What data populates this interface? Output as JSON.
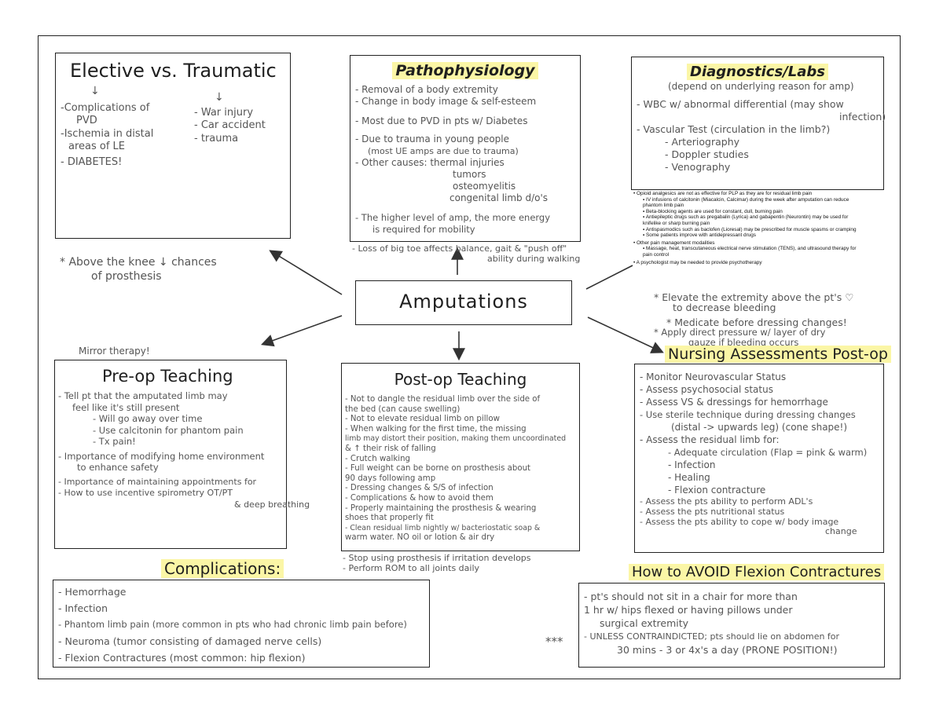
{
  "center_label": "Amputations",
  "elective": {
    "title": "Elective vs. Traumatic",
    "arrow": "↓",
    "left_items": [
      "-Complications of",
      "PVD",
      "-Ischemia in distal",
      "areas of LE",
      "- DIABETES!"
    ],
    "right_items": [
      "- War injury",
      "- Car accident",
      "- trauma"
    ]
  },
  "note_above_knee": [
    "* Above the knee ↓ chances",
    "of prosthesis"
  ],
  "patho": {
    "title": "Pathophysiology",
    "items": [
      "- Removal of a body extremity",
      "- Change in body image & self-esteem",
      "- Most due to PVD in pts w/ Diabetes",
      "- Due to trauma in young people",
      "(most UE amps are due to trauma)",
      "- Other causes: thermal injuries",
      "tumors",
      "osteomyelitis",
      "congenital limb d/o's",
      "- The higher level of amp, the more energy",
      "is required for mobility"
    ],
    "below": [
      "- Loss of big toe affects balance, gait & \"push off\"",
      "ability during walking"
    ]
  },
  "diag": {
    "title": "Diagnostics/Labs",
    "subtitle": "(depend on underlying reason for amp)",
    "items": [
      "- WBC w/ abnormal differential (may show",
      "infection)",
      "- Vascular Test (circulation in the limb?)",
      "- Arteriography",
      "- Doppler studies",
      "- Venography"
    ]
  },
  "printed_block": {
    "b1": "Opioid analgesics are not as effective for PLP as they are for residual limb pain",
    "s1": [
      "IV infusions of calcitonin (Miacalcin, Calcimar) during the week after amputation can reduce phantom limb pain",
      "Beta-blocking agents are used for constant, dull, burning pain",
      "Antiepileptic drugs such as pregabalin (Lyrica) and gabapentin (Neurontin) may be used for knifelike or sharp burning pain",
      "Antispasmodics such as baclofen (Lioresal) may be prescribed for muscle spasms or cramping",
      "Some patients improve with antidepressant drugs"
    ],
    "b2": "Other pain management modalities",
    "s2": [
      "Massage, heat, transcutaneous electrical nerve stimulation (TENS), and ultrasound therapy for pain control"
    ],
    "b3": "A psychologist may be needed to provide psychotherapy"
  },
  "right_notes": [
    "* Elevate the extremity above the pt's ♡",
    "to decrease bleeding",
    "* Medicate before dressing changes!",
    "* Apply direct pressure w/ layer of dry",
    "gauze if bleeding occurs"
  ],
  "mirror_note": "Mirror therapy!",
  "preop": {
    "title": "Pre-op Teaching",
    "items": [
      "- Tell pt that the amputated limb may",
      "feel like it's still present",
      "- Will go away over time",
      "- Use calcitonin for phantom pain",
      "- Tx pain!",
      "- Importance of modifying home environment",
      "to enhance safety",
      "- Importance of maintaining appointments for",
      "- How to use incentive spirometry  OT/PT",
      "& deep breathing"
    ]
  },
  "postop": {
    "title": "Post-op Teaching",
    "items": [
      "- Not to dangle the residual limb over the side of",
      "the bed (can cause swelling)",
      "- Not to elevate residual limb on pillow",
      "- When walking for the first time, the missing",
      "limb may distort their position, making them uncoordinated",
      "& ↑ their risk of falling",
      "- Crutch walking",
      "- Full weight can be borne on prosthesis about",
      "90 days following amp",
      "- Dressing changes & S/S of infection",
      "- Complications & how to avoid them",
      "- Properly maintaining the prosthesis & wearing",
      "shoes that properly fit",
      "- Clean residual limb nightly w/ bacteriostatic soap &",
      "warm water. NO oil or lotion & air dry"
    ],
    "below": [
      "- Stop using prosthesis if irritation develops",
      "- Perform ROM to all joints daily"
    ]
  },
  "nursing": {
    "title": "Nursing Assessments Post-op",
    "items": [
      "- Monitor Neurovascular Status",
      "- Assess psychosocial status",
      "- Assess VS & dressings for hemorrhage",
      "- Use sterile technique during dressing changes",
      "(distal -> upwards leg) (cone shape!)",
      "- Assess the residual limb for:",
      "- Adequate circulation (Flap = pink & warm)",
      "- Infection",
      "- Healing",
      "- Flexion contracture",
      "- Assess the pts ability to perform ADL's",
      "- Assess the pts nutritional status",
      "- Assess the pts ability to cope w/ body image",
      "change"
    ]
  },
  "complications": {
    "title": "Complications:",
    "items": [
      "- Hemorrhage",
      "- Infection",
      "- Phantom limb pain (more common in pts who had chronic limb pain before)",
      "- Neuroma (tumor consisting of damaged nerve cells)",
      "- Flexion Contractures (most common: hip flexion)"
    ]
  },
  "avoid": {
    "title": "How to AVOID Flexion Contractures",
    "stars": "***",
    "items": [
      "- pt's should not sit in a chair for more than",
      "1 hr w/ hips flexed or having pillows under",
      "surgical extremity",
      "- UNLESS CONTRAINDICTED; pts should lie on abdomen for",
      "30 mins - 3 or 4x's a day (PRONE POSITION!)"
    ]
  }
}
